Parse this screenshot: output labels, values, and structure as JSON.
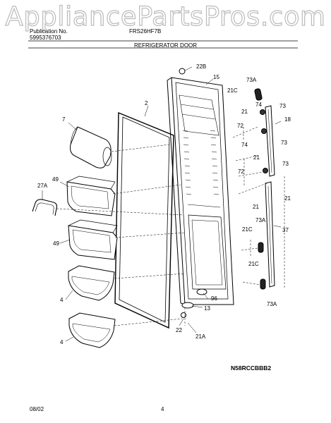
{
  "watermark": "AppliancePartsPros.com",
  "header": {
    "publication_label": "Publication No.",
    "publication_number": "5995376703",
    "model": "FRS26HF7B",
    "section_title": "REFRIGERATOR DOOR"
  },
  "footer": {
    "date": "08/02",
    "page": "4",
    "diagram_code": "N58RCCBBB2"
  },
  "callouts": [
    "22B",
    "15",
    "73A",
    "21C",
    "74",
    "73",
    "21",
    "18",
    "72",
    "74",
    "73",
    "21",
    "72",
    "73",
    "21",
    "21",
    "7",
    "2",
    "49",
    "27A",
    "73A",
    "37",
    "21C",
    "49",
    "21C",
    "96",
    "73A",
    "13",
    "4",
    "22",
    "21A",
    "4"
  ]
}
